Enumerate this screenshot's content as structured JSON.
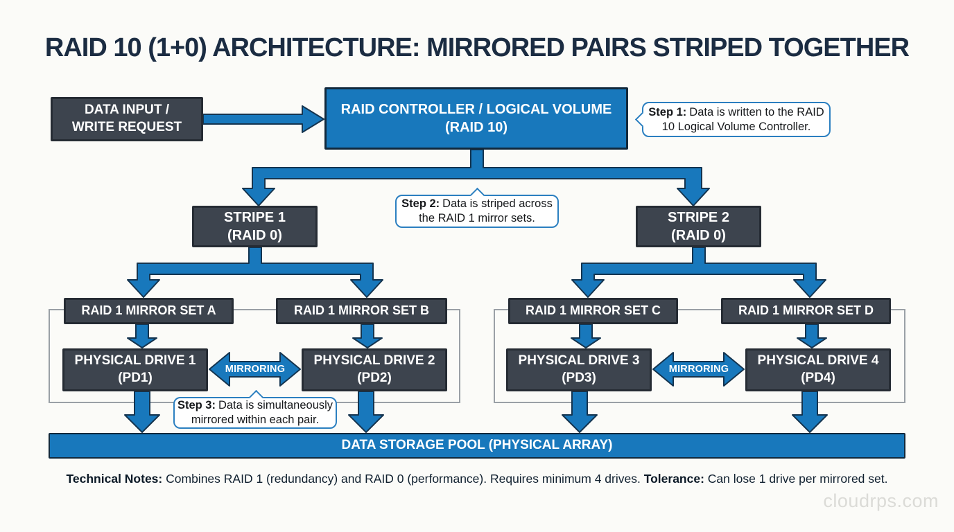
{
  "title": "RAID 10 (1+0) ARCHITECTURE: MIRRORED PAIRS STRIPED TOGETHER",
  "nodes": {
    "data_input": {
      "line1": "DATA INPUT /",
      "line2": "WRITE REQUEST"
    },
    "controller": {
      "line1": "RAID CONTROLLER / LOGICAL VOLUME",
      "line2": "(RAID 10)"
    },
    "stripe1": {
      "line1": "STRIPE 1",
      "line2": "(RAID 0)"
    },
    "stripe2": {
      "line1": "STRIPE 2",
      "line2": "(RAID 0)"
    },
    "mirror_set_a": {
      "label": "RAID 1 MIRROR SET A"
    },
    "mirror_set_b": {
      "label": "RAID 1 MIRROR SET B"
    },
    "mirror_set_c": {
      "label": "RAID 1 MIRROR SET C"
    },
    "mirror_set_d": {
      "label": "RAID 1 MIRROR SET D"
    },
    "pd1": {
      "line1": "PHYSICAL DRIVE 1",
      "line2": "(PD1)"
    },
    "pd2": {
      "line1": "PHYSICAL DRIVE 2",
      "line2": "(PD2)"
    },
    "pd3": {
      "line1": "PHYSICAL DRIVE 3",
      "line2": "(PD3)"
    },
    "pd4": {
      "line1": "PHYSICAL DRIVE 4",
      "line2": "(PD4)"
    },
    "storage_pool": {
      "label": "DATA STORAGE POOL (PHYSICAL ARRAY)"
    }
  },
  "callouts": {
    "step1": {
      "label": "Step 1:",
      "text": "Data is written to the RAID 10 Logical Volume Controller."
    },
    "step2": {
      "label": "Step 2:",
      "text": "Data is striped across the RAID 1 mirror sets."
    },
    "step3": {
      "label": "Step 3:",
      "text": "Data is simultaneously mirrored within each pair."
    }
  },
  "labels": {
    "mirroring": "MIRRORING"
  },
  "notes": {
    "label1": "Technical Notes:",
    "text1": "Combines RAID 1 (redundancy) and RAID 0 (performance). Requires minimum 4 drives.",
    "label2": "Tolerance:",
    "text2": "Can lose 1 drive per mirrored set."
  },
  "watermark": "cloudrps.com",
  "colors": {
    "arrow_blue": "#1878bc",
    "box_dark": "#3d444e",
    "title_navy": "#1b2c42",
    "callout_border": "#2b7fc0"
  }
}
